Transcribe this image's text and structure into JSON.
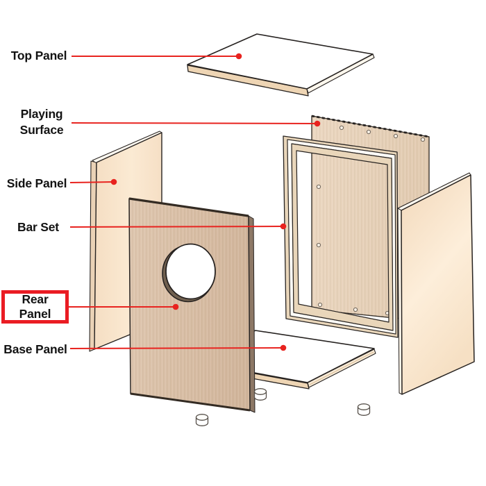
{
  "diagram": {
    "subject": "cajon-exploded-view",
    "labels": [
      {
        "id": "top-panel",
        "text": "Top Panel",
        "highlighted": false
      },
      {
        "id": "playing-surface",
        "text": "Playing Surface",
        "highlighted": false
      },
      {
        "id": "side-panel",
        "text": "Side Panel",
        "highlighted": false
      },
      {
        "id": "bar-set",
        "text": "Bar Set",
        "highlighted": false
      },
      {
        "id": "rear-panel",
        "text": "Rear Panel",
        "highlighted": true
      },
      {
        "id": "base-panel",
        "text": "Base Panel",
        "highlighted": false
      }
    ],
    "highlighted_label": "Rear Panel",
    "parts_count": 6,
    "feet_count": 3,
    "screw_holes_count": 9
  },
  "colors": {
    "background": "#ffffff",
    "label_text": "#131313",
    "leader_line_red": "#e8231f",
    "highlight_box_red": "#ea1c23",
    "outline_black": "#262220",
    "wood_side_light": "#f8e3ca",
    "wood_playing_surface": "#e8d2ba",
    "wood_rear_dark": "#d9bfa8",
    "wood_edge_tan": "#eed5b4",
    "frame_tan": "#e9d6ba"
  }
}
